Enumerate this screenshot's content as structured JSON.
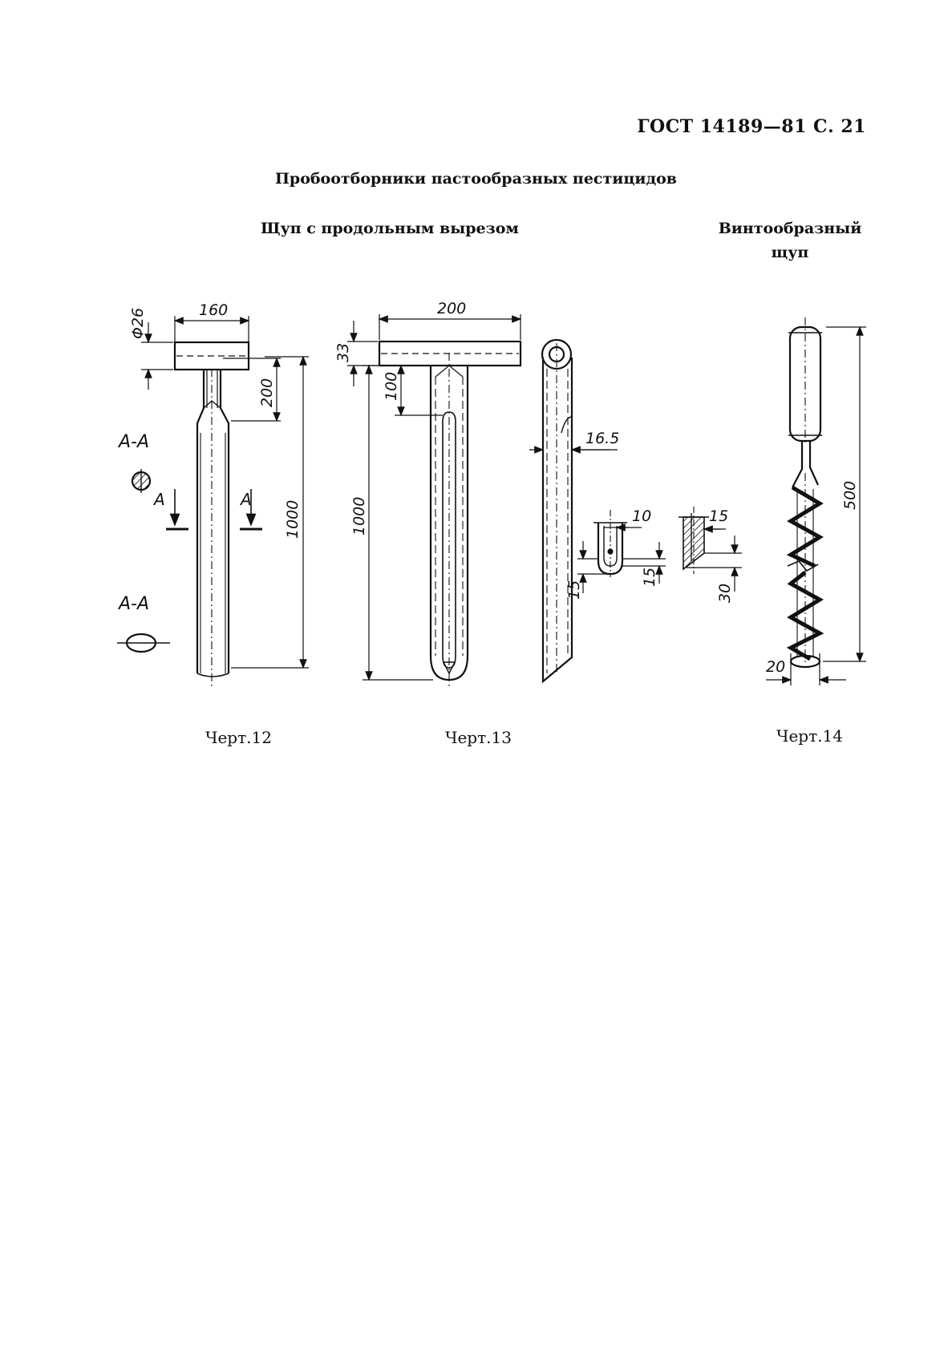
{
  "header": "ГОСТ 14189—81 С. 21",
  "title": "Пробоотборники пастообразных пестицидов",
  "subtitles": {
    "slot_probe": "Щуп с продольным вырезом",
    "screw_probe": "Винтообразный щуп"
  },
  "drawings": {
    "fig12": {
      "caption": "Черт.12",
      "dims": {
        "handle_length": "160",
        "handle_diameter": "Φ26",
        "neck": "200",
        "length": "1000"
      },
      "section_label": "А-А",
      "section_label_2": "А-А",
      "cut_marks": [
        "А",
        "А"
      ]
    },
    "fig13": {
      "caption": "Черт.13",
      "dims": {
        "handle_length": "200",
        "handle_height": "33",
        "slot_offset": "100",
        "length": "1000",
        "wall": "16.5",
        "slot_width": "10",
        "slot_depth": "15",
        "slot_depth_2": "15",
        "bevel": "15",
        "bevel_depth": "30"
      }
    },
    "fig14": {
      "caption": "Черт.14",
      "dims": {
        "length": "500",
        "spiral_width": "20"
      }
    }
  }
}
